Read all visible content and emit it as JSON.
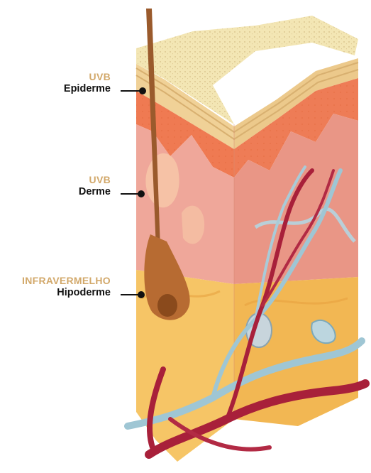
{
  "labels": [
    {
      "category": "UVB",
      "layer": "Epiderme"
    },
    {
      "category": "UVB",
      "layer": "Derme"
    },
    {
      "category": "INFRAVERMELHO",
      "layer": "Hipoderme"
    }
  ],
  "colors": {
    "category_text": "#d2a86a",
    "layer_text": "#111111",
    "epidermis_top": "#f3e4ad",
    "dermis": "#efa79a",
    "hypodermis": "#f6c566",
    "artery": "#a8203a",
    "vein": "#9fc6d4",
    "hair": "#9a5a2c"
  }
}
